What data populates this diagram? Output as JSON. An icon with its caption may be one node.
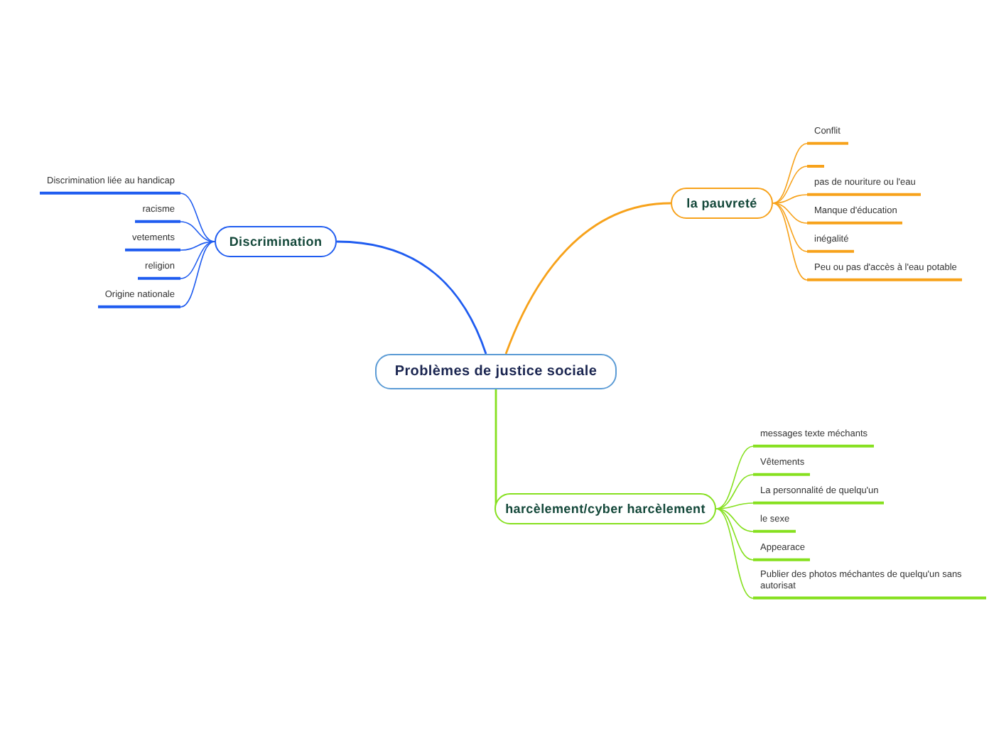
{
  "diagram": {
    "nodes": [
      {
        "text": [
          "Problèmes de justice sociale"
        ]
      },
      {
        "text": [
          "Discrimination"
        ]
      },
      {
        "text": [
          "Discrimination liée au handicap"
        ]
      },
      {
        "text": [
          "racisme"
        ]
      },
      {
        "text": [
          "vetements"
        ]
      },
      {
        "text": [
          "religion"
        ]
      },
      {
        "text": [
          "Origine nationale"
        ]
      },
      {
        "text": [
          "la pauvreté"
        ]
      },
      {
        "text": [
          "Conflit"
        ]
      },
      {
        "text": [],
        "shape": "bar"
      },
      {
        "text": [
          "pas de nouriture ou l'eau"
        ]
      },
      {
        "text": [
          "Manque d'éducation"
        ]
      },
      {
        "text": [
          "inégalité"
        ]
      },
      {
        "text": [
          "Peu ou pas d'accès à l'eau potable"
        ]
      },
      {
        "text": [
          "harcèlement/cyber harcèlement"
        ]
      },
      {
        "text": [
          "messages texte méchants"
        ]
      },
      {
        "text": [
          "Vêtements"
        ]
      },
      {
        "text": [
          "La personnalité de quelqu'un"
        ]
      },
      {
        "text": [
          "le sexe"
        ]
      },
      {
        "text": [
          "Appearace"
        ]
      },
      {
        "text": [
          "Publier des photos méchantes de quelqu'un sans autorisat"
        ]
      }
    ],
    "edges": [
      {
        "from": 0,
        "to": 1,
        "arrow": "none",
        "color": "#1f5cf0"
      },
      {
        "from": 1,
        "to": 2,
        "arrow": "none",
        "color": "#1f5cf0"
      },
      {
        "from": 1,
        "to": 3,
        "arrow": "none",
        "color": "#1f5cf0"
      },
      {
        "from": 1,
        "to": 4,
        "arrow": "none",
        "color": "#1f5cf0"
      },
      {
        "from": 1,
        "to": 5,
        "arrow": "none",
        "color": "#1f5cf0"
      },
      {
        "from": 1,
        "to": 6,
        "arrow": "none",
        "color": "#1f5cf0"
      },
      {
        "from": 0,
        "to": 7,
        "arrow": "none",
        "color": "#f7a21b"
      },
      {
        "from": 7,
        "to": 8,
        "arrow": "none",
        "color": "#f7a21b"
      },
      {
        "from": 7,
        "to": 9,
        "arrow": "none",
        "color": "#f7a21b"
      },
      {
        "from": 7,
        "to": 10,
        "arrow": "none",
        "color": "#f7a21b"
      },
      {
        "from": 7,
        "to": 11,
        "arrow": "none",
        "color": "#f7a21b"
      },
      {
        "from": 7,
        "to": 12,
        "arrow": "none",
        "color": "#f7a21b"
      },
      {
        "from": 7,
        "to": 13,
        "arrow": "none",
        "color": "#f7a21b"
      },
      {
        "from": 0,
        "to": 14,
        "arrow": "none",
        "color": "#86e01f"
      },
      {
        "from": 14,
        "to": 15,
        "arrow": "none",
        "color": "#86e01f"
      },
      {
        "from": 14,
        "to": 16,
        "arrow": "none",
        "color": "#86e01f"
      },
      {
        "from": 14,
        "to": 17,
        "arrow": "none",
        "color": "#86e01f"
      },
      {
        "from": 14,
        "to": 18,
        "arrow": "none",
        "color": "#86e01f"
      },
      {
        "from": 14,
        "to": 19,
        "arrow": "none",
        "color": "#86e01f"
      },
      {
        "from": 14,
        "to": 20,
        "arrow": "none",
        "color": "#86e01f"
      }
    ]
  }
}
